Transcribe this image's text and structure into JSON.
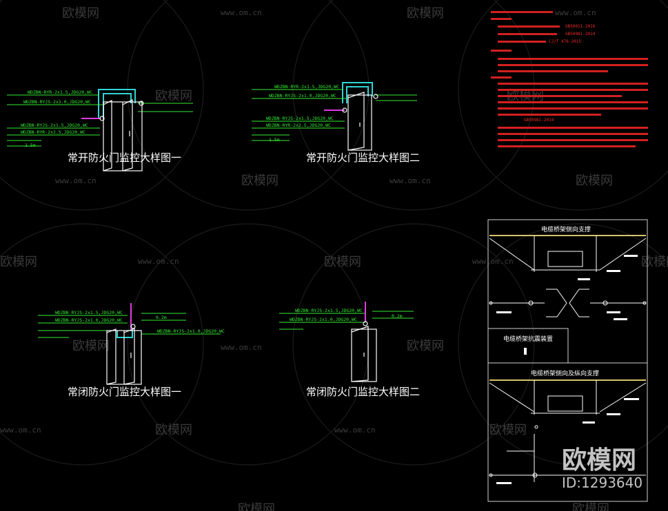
{
  "watermark": {
    "logo_text": "欧模网",
    "url_text": "www.om.cn",
    "id_text": "ID:1293640"
  },
  "details": [
    {
      "title": "常开防火门监控大样图一",
      "labels": [
        "WDZBN-RYR-2x1.5,JDG20,WC",
        "WDZBN-RYJS-2x1.0,JDG20,WC",
        "WDZBN-RYJS-2x1.5,JDG20,WC",
        "WDZBN-RYR-2x2.5,JDG20,WC",
        "1.5m"
      ]
    },
    {
      "title": "常开防火门监控大样图二",
      "labels": [
        "WDZBN-RYR-2x1.5,JDG20,WC",
        "WDZBN-RYJS-2x1.0,JDG20,WC",
        "WDZBN-RYJS-2x1.5,JDG20,WC",
        "WDZBN-RYR-2x2.5,JDG20,WC",
        "1.5m"
      ]
    },
    {
      "title": "常闭防火门监控大样图一",
      "labels": [
        "WDZBN-RYJS-2x1.5,JDG20,WC",
        "WDZBN-RYJS-2x1.0,JDG20,WC",
        "WDZBN-RYJS-2x1.0,JDG20,WC",
        "0.2m"
      ]
    },
    {
      "title": "常闭防火门监控大样图二",
      "labels": [
        "WDZBN-RYJS-2x1.5,JDG20,WC",
        "WDZBN-RYJS-2x1.0,JDG20,WC",
        "0.2m"
      ]
    }
  ],
  "notes": {
    "standards": [
      "GB50011-2010",
      "GB50981-2014",
      "CJ/T 476-2015"
    ],
    "references": [
      "GB50981-2014"
    ]
  },
  "bracket_panel": {
    "title_top": "电缆桥架侧向支撑",
    "title_mid": "电缆桥架抗震装置",
    "title_bottom": "电缆桥架侧向及纵向支撑"
  }
}
